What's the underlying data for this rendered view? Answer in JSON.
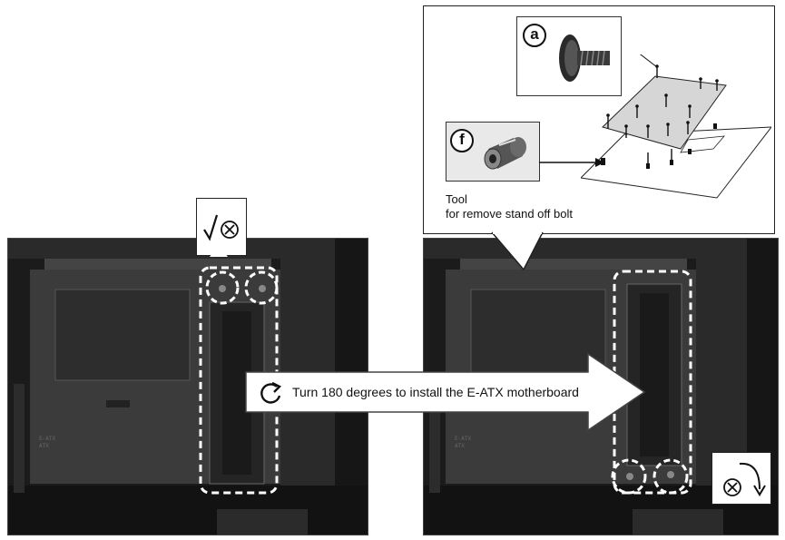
{
  "callout": {
    "screw_letter": "a",
    "tool_letter": "f",
    "tool_caption_line1": "Tool",
    "tool_caption_line2": "for remove stand off bolt"
  },
  "instruction": {
    "text": "Turn 180 degrees to install the E-ATX motherboard",
    "icon": "rotate-clockwise-icon"
  },
  "left_photo": {
    "removal_icon": "remove-standoff-icon",
    "highlighted_standoffs": 2
  },
  "right_photo": {
    "install_icon": "install-standoff-icon",
    "highlighted_standoffs": 2
  },
  "colors": {
    "case_dark": "#1d1d1d",
    "panel": "#3a3a3a",
    "highlight": "#ffffff",
    "arrow_fill": "#ffffff",
    "arrow_stroke": "#444444"
  }
}
